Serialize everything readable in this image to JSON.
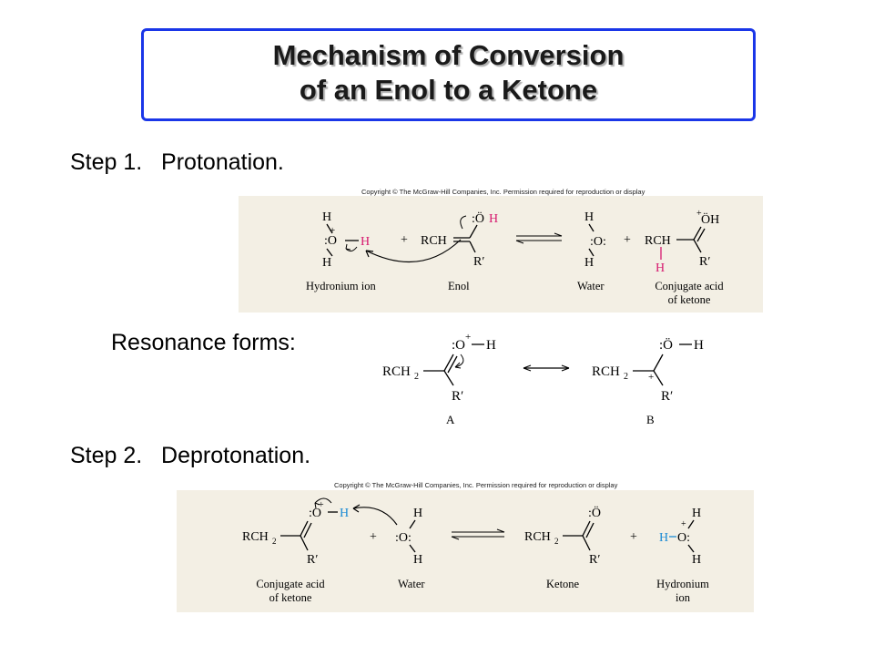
{
  "title": {
    "line1": "Mechanism of Conversion",
    "line2": "of an Enol to a Ketone"
  },
  "step1": {
    "heading": "Step 1.   Protonation.",
    "copyright": "Copyright © The McGraw-Hill Companies, Inc. Permission required for reproduction or display",
    "labels": {
      "hydronium": "Hydronium ion",
      "enol": "Enol",
      "water": "Water",
      "conj_acid_line1": "Conjugate acid",
      "conj_acid_line2": "of ketone"
    }
  },
  "resonance": {
    "heading": "Resonance forms:",
    "label_a": "A",
    "label_b": "B"
  },
  "step2": {
    "heading": "Step 2.   Deprotonation.",
    "copyright": "Copyright © The McGraw-Hill Companies, Inc. Permission required for reproduction or display",
    "labels": {
      "conj_acid_line1": "Conjugate acid",
      "conj_acid_line2": "of ketone",
      "water": "Water",
      "ketone": "Ketone",
      "hydronium_line1": "Hydronium",
      "hydronium_line2": "ion"
    }
  },
  "colors": {
    "title_border": "#1a36e8",
    "panel_bg": "#f3efe4",
    "highlight_pink": "#d6186e",
    "highlight_blue": "#1a8ad4"
  }
}
